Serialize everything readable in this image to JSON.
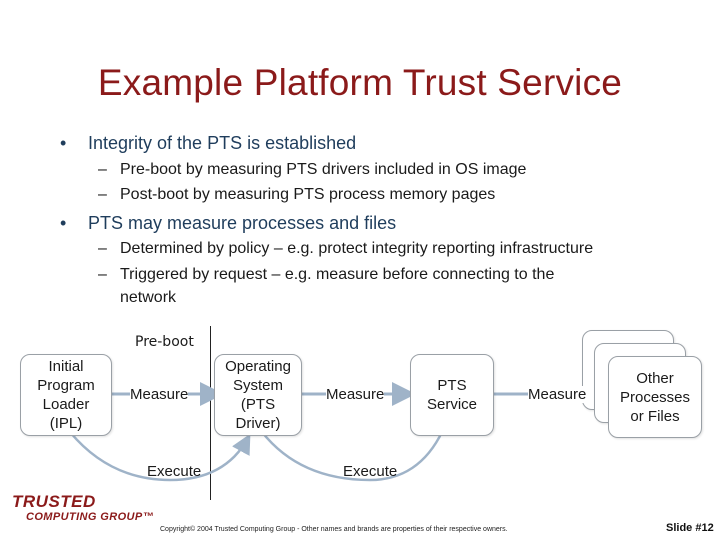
{
  "title": "Example Platform Trust Service",
  "bullets": [
    {
      "text": "Integrity of the PTS is established",
      "subs": [
        "Pre-boot by measuring PTS drivers included in OS image",
        "Post-boot by measuring PTS process memory pages"
      ]
    },
    {
      "text": "PTS may measure processes and files",
      "subs": [
        "Determined by policy – e.g. protect integrity reporting infrastructure",
        "Triggered by request – e.g. measure before connecting to the",
        "network"
      ]
    }
  ],
  "diagram": {
    "preboot_label": "Pre-boot",
    "box_ipl": [
      "Initial",
      "Program",
      "Loader",
      "(IPL)"
    ],
    "box_os": [
      "Operating",
      "System",
      "(PTS",
      "Driver)"
    ],
    "box_pts": [
      "PTS",
      "Service"
    ],
    "box_other": [
      "Other",
      "Processes",
      "or Files"
    ],
    "measure_label": "Measure",
    "execute_label": "Execute"
  },
  "footer": {
    "copyright": "Copyright© 2004 Trusted Computing Group - Other names and brands are properties of their respective owners.",
    "slide": "Slide #12"
  },
  "logo": {
    "line1": "TRUSTED",
    "line2": "COMPUTING GROUP™"
  },
  "colors": {
    "title": "#8b1a1a",
    "bullet": "#1f3d5c",
    "arrow": "#9fb3c8"
  }
}
